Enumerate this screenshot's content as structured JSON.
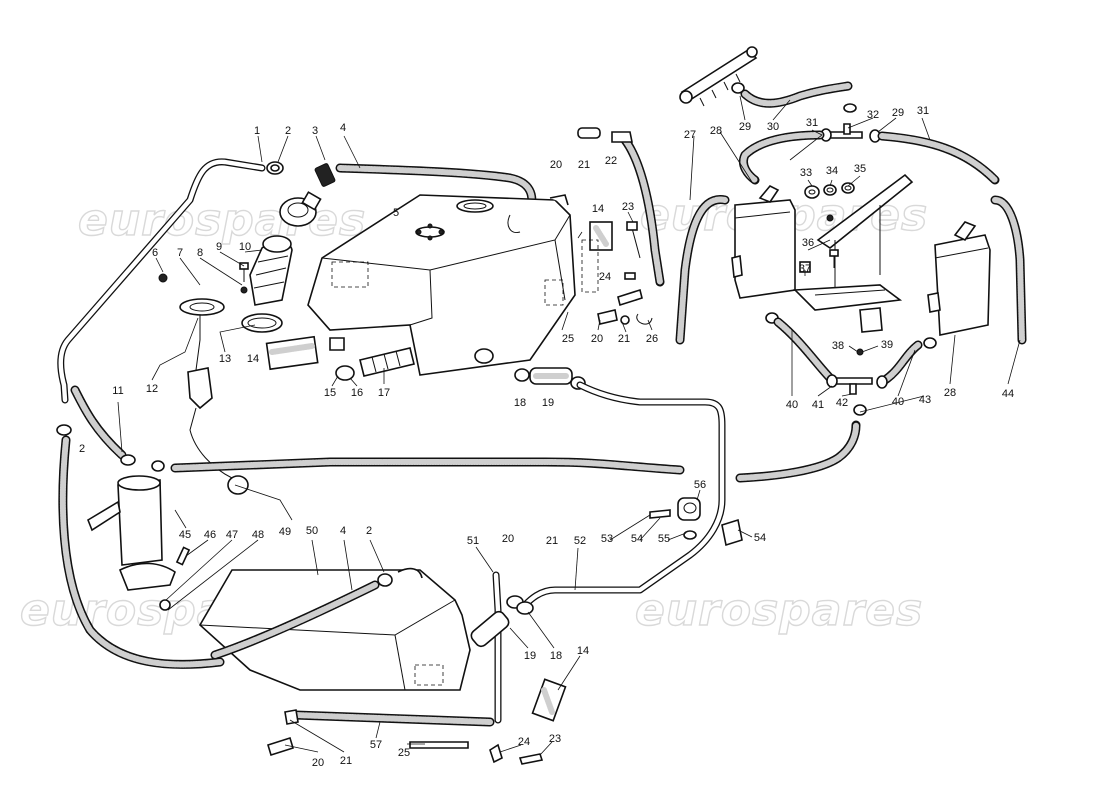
{
  "watermark": {
    "text": "eurospares",
    "color": "#d9d9d9"
  },
  "colors": {
    "line": "#111111",
    "hose_fill": "#cfcfcf",
    "background": "#ffffff"
  },
  "parts": {
    "assemblies": [
      "fuel-tank-front",
      "fuel-tank-rear",
      "fuel-pump",
      "charcoal-canister-left",
      "charcoal-canister-right",
      "fuel-rail",
      "canister-bracket"
    ],
    "callouts": [
      "1",
      "2",
      "3",
      "4",
      "5",
      "6",
      "7",
      "8",
      "9",
      "10",
      "11",
      "12",
      "13",
      "14",
      "15",
      "16",
      "17",
      "18",
      "19",
      "20",
      "21",
      "22",
      "23",
      "24",
      "25",
      "26",
      "27",
      "28",
      "29",
      "30",
      "31",
      "32",
      "33",
      "34",
      "35",
      "36",
      "37",
      "38",
      "39",
      "40",
      "41",
      "42",
      "43",
      "44",
      "45",
      "46",
      "47",
      "48",
      "49",
      "50",
      "51",
      "52",
      "53",
      "54",
      "55",
      "56",
      "57"
    ]
  }
}
